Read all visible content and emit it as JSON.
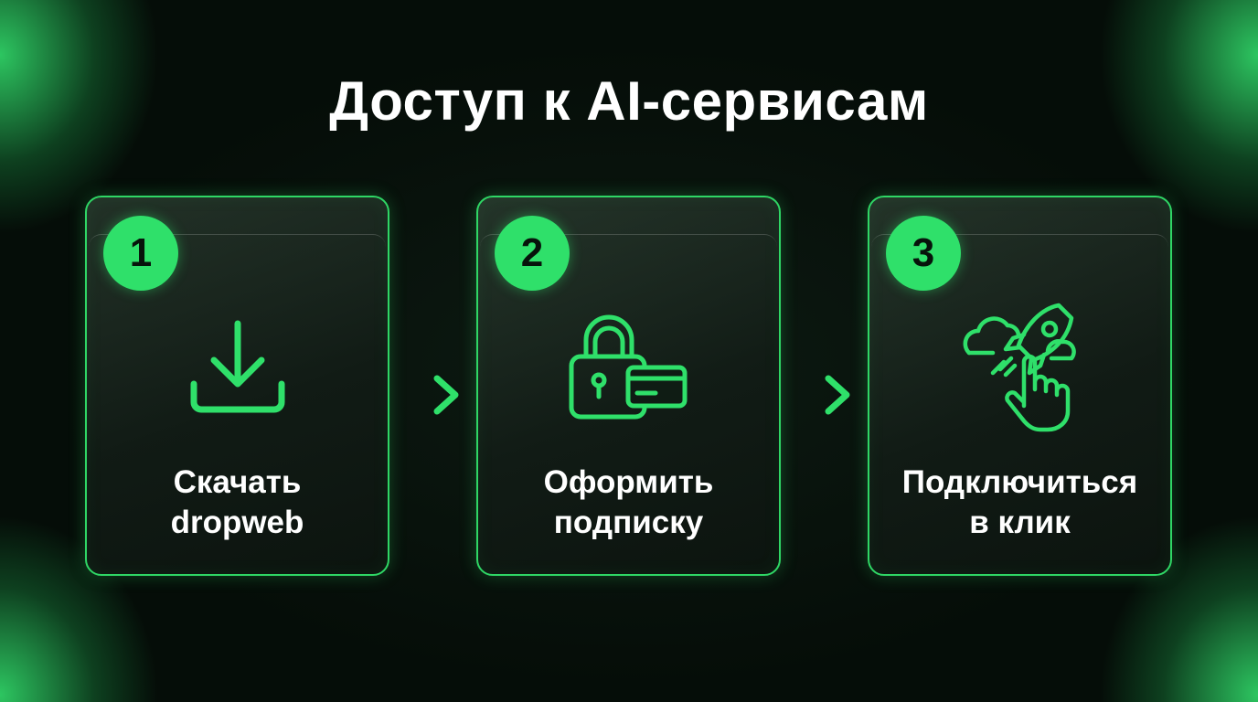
{
  "title": "Доступ к AI-сервисам",
  "accent_color": "#2fd665",
  "steps": [
    {
      "number": "1",
      "icon": "download-icon",
      "line1": "Скачать",
      "line2": "dropweb"
    },
    {
      "number": "2",
      "icon": "lock-card-icon",
      "line1": "Оформить",
      "line2": "подписку"
    },
    {
      "number": "3",
      "icon": "rocket-click-icon",
      "line1": "Подключиться",
      "line2": "в клик"
    }
  ]
}
